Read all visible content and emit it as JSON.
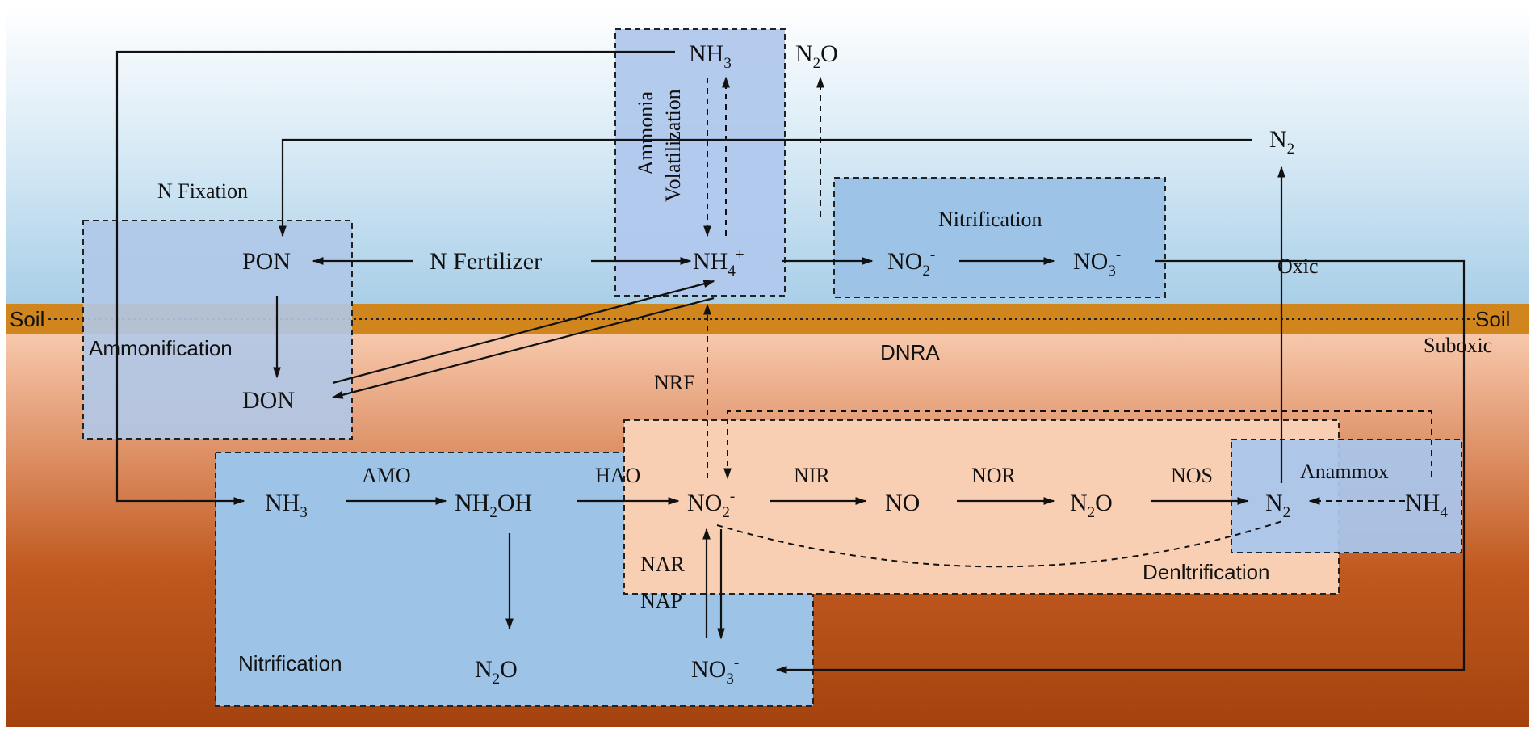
{
  "zones": {
    "oxic": "Oxic",
    "suboxic": "Suboxic",
    "soil_left": "Soil",
    "soil_right": "Soil"
  },
  "processes": {
    "n_fixation": "N Fixation",
    "ammonification": "Ammonification",
    "ammonia_volatilization_line1": "Ammonia",
    "ammonia_volatilization_line2": "Volatilization",
    "nitrification_top": "Nitrification",
    "nitrification_bottom": "Nitrification",
    "dnra": "DNRA",
    "nrf": "NRF",
    "anammox": "Anammox",
    "denitrification": "Denltrification"
  },
  "enzymes": {
    "amo": "AMO",
    "hao": "HAO",
    "nir": "NIR",
    "nor": "NOR",
    "nos": "NOS",
    "nar": "NAR",
    "nap": "NAP"
  },
  "compounds": {
    "n_fertilizer": "N Fertilizer",
    "pon": "PON",
    "don": "DON",
    "nh3_top": {
      "base": "NH",
      "sub": "3"
    },
    "n2o_top": {
      "base": "N",
      "sub": "2",
      "tail": "O"
    },
    "n2_top": {
      "base": "N",
      "sub": "2"
    },
    "nh4_top": {
      "base": "NH",
      "sub": "4",
      "sup": "+"
    },
    "no2_top": {
      "base": "NO",
      "sub": "2",
      "sup": "-"
    },
    "no3_top": {
      "base": "NO",
      "sub": "3",
      "sup": "-"
    },
    "nh3_bottom": {
      "base": "NH",
      "sub": "3"
    },
    "nh2oh": {
      "base": "NH",
      "sub": "2",
      "tail": "OH"
    },
    "no2_bottom": {
      "base": "NO",
      "sub": "2",
      "sup": "-"
    },
    "no": "NO",
    "n2o_mid": {
      "base": "N",
      "sub": "2",
      "tail": "O"
    },
    "n2_bottom": {
      "base": "N",
      "sub": "2"
    },
    "nh4_bottom": {
      "base": "NH",
      "sub": "4"
    },
    "n2o_bottom": {
      "base": "N",
      "sub": "2",
      "tail": "O"
    },
    "no3_bottom": {
      "base": "NO",
      "sub": "3",
      "sup": "-"
    }
  },
  "colors": {
    "sky_top": "#ffffff",
    "sky_bottom": "#a9cfe8",
    "soil_band": "#d0861d",
    "soil_top": "#f7c8ac",
    "soil_bottom": "#a4420e",
    "box_blue": "#9dc3e6",
    "box_peach": "#f9cfb3"
  }
}
